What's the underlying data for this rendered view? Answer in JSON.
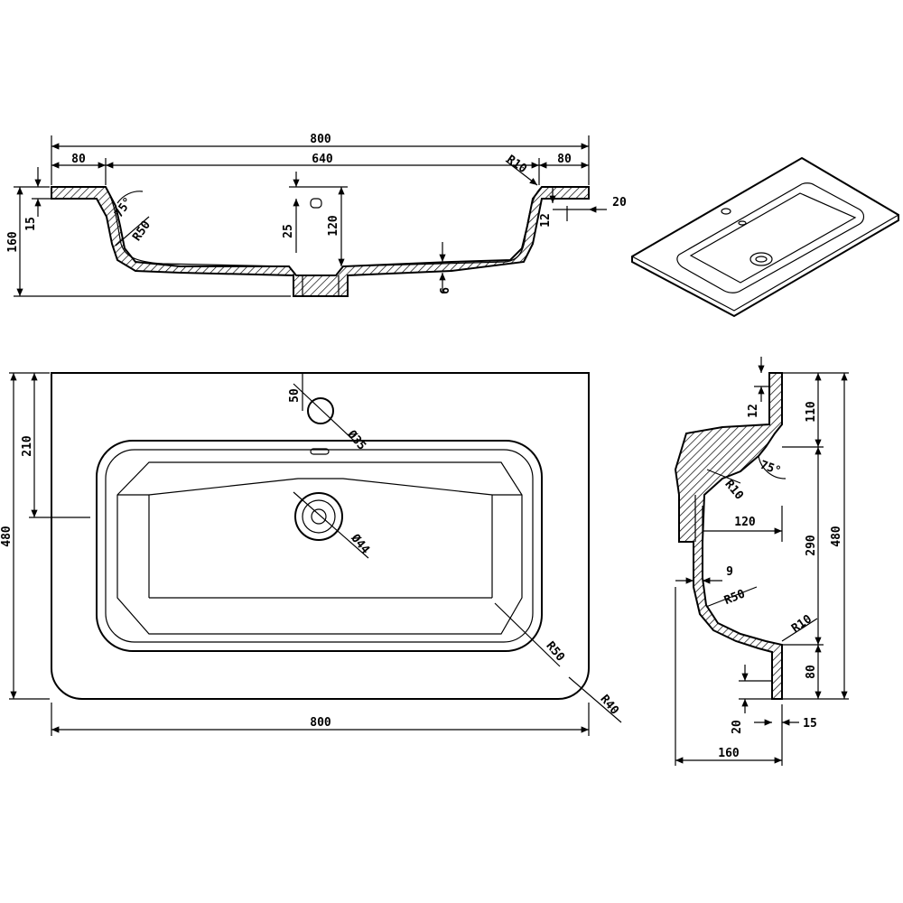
{
  "top_view": {
    "overall_width": "800",
    "left_ledge": "80",
    "bowl_width": "640",
    "right_ledge": "80",
    "radius_top": "R10",
    "left_height": "160",
    "ledge_thickness": "15",
    "angle": "75°",
    "radius_bowl": "R50",
    "center_small": "25",
    "center_depth": "120",
    "right_small": "12",
    "right_offset": "20",
    "wall": "6"
  },
  "plan_view": {
    "tap_offset": "50",
    "tap_depth": "210",
    "overall_depth": "480",
    "tap_hole": "Ø35",
    "drain": "Ø44",
    "bowl_radius": "R50",
    "corner_radius": "R40",
    "overall_width": "800"
  },
  "side_view": {
    "top_thickness": "12",
    "top_section": "110",
    "radius_top": "R10",
    "angle": "75°",
    "drain_offset": "120",
    "middle": "290",
    "overall": "480",
    "wall": "9",
    "radius_bowl": "R50",
    "radius_bottom": "R10",
    "front_ledge": "80",
    "front_thickness": "20",
    "front_offset": "15",
    "depth": "160"
  }
}
